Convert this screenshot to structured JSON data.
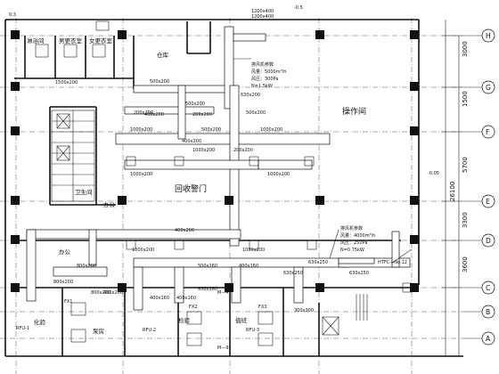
{
  "rooms": {
    "mech_room": "操作间",
    "lobby": "回收警门",
    "storage": "仓库",
    "bath": "淋浴间",
    "male_change": "男更衣室",
    "female_change": "女更衣室",
    "wc": "卫生间",
    "office_left": "办公",
    "office_right": "办公",
    "pump": "泵房",
    "lab": "化验",
    "room_b": "检验",
    "room_a": "值班"
  },
  "ducts": {
    "d1": "1500x200",
    "d2": "500x200",
    "d3": "500x200",
    "d4": "1000x200",
    "d5": "500x200",
    "d6": "200x200",
    "d7": "1000x200",
    "d8": "1000x200",
    "d9": "1000x200",
    "d10": "400x200",
    "d11": "800x200",
    "d12": "500x160",
    "d13": "400x160",
    "d14": "630x250",
    "d15": "630x250",
    "d16": "400x200",
    "d17": "200x200",
    "d18": "1200x400",
    "d19": "400x200",
    "d20": "500x200",
    "d21": "630x200",
    "d22": "1000x200",
    "d23": "1000x200",
    "d24": "200x200",
    "d25": "630x160",
    "d26": "400x160",
    "d27": "400x160",
    "d28": "300x300",
    "d29": "1000x200",
    "d30": "800x200",
    "d31": "630x250",
    "d32": "800x200",
    "d33": "400x200"
  },
  "fan_note_top": {
    "l1": "排风机参数",
    "l2": "风量：5000m³/h",
    "l3": "风压：300Pa",
    "l4": "N=1.5kW"
  },
  "fan_note_right": {
    "l1": "排风机参数",
    "l2": "风量：4000m³/h",
    "l3": "风压：250Pa",
    "l4": "N=0.75kW",
    "tag": "HTFC-I-No.12"
  },
  "labels": {
    "top_left_elev": "0.3",
    "top_elev2": "-0.5",
    "shaft_top": "1200x400",
    "equip_fx1": "FX1",
    "equip_fx2": "FX2",
    "equip_fx3": "FX3",
    "equip_rfu1": "RFU-1",
    "equip_rfu2": "RFU-2",
    "equip_rfu3": "RFU-3",
    "m4": "M—4",
    "m9": "M—9",
    "level_mark": "-0.05"
  },
  "dimensions": {
    "d3000": "3000",
    "d1500": "1500",
    "d5700": "5700",
    "d26100": "26100",
    "d3300": "3300",
    "d3600": "3600"
  },
  "axes": {
    "a1": "H",
    "a2": "G",
    "a3": "F",
    "a4": "E",
    "a5": "D",
    "a6": "C",
    "a7": "B",
    "a8": "A"
  }
}
